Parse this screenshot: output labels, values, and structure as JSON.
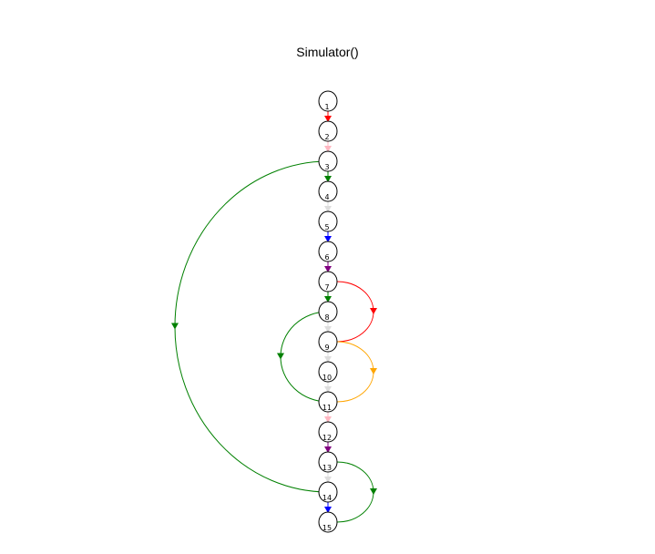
{
  "title": "Simulator()",
  "nodes": [
    "1",
    "2",
    "3",
    "4",
    "5",
    "6",
    "7",
    "8",
    "9",
    "10",
    "11",
    "12",
    "13",
    "14",
    "15"
  ],
  "edges": [
    {
      "from": "1",
      "to": "2",
      "color": "#ff0000",
      "kind": "straight"
    },
    {
      "from": "2",
      "to": "3",
      "color": "#ffb6c1",
      "kind": "straight"
    },
    {
      "from": "3",
      "to": "4",
      "color": "#008000",
      "kind": "straight"
    },
    {
      "from": "4",
      "to": "5",
      "color": "#dddddd",
      "kind": "straight"
    },
    {
      "from": "5",
      "to": "6",
      "color": "#0000ff",
      "kind": "straight"
    },
    {
      "from": "6",
      "to": "7",
      "color": "#800080",
      "kind": "straight"
    },
    {
      "from": "7",
      "to": "8",
      "color": "#008000",
      "kind": "straight"
    },
    {
      "from": "8",
      "to": "9",
      "color": "#dddddd",
      "kind": "straight"
    },
    {
      "from": "9",
      "to": "10",
      "color": "#dddddd",
      "kind": "straight"
    },
    {
      "from": "10",
      "to": "11",
      "color": "#dddddd",
      "kind": "straight"
    },
    {
      "from": "11",
      "to": "12",
      "color": "#ffb6c1",
      "kind": "straight"
    },
    {
      "from": "12",
      "to": "13",
      "color": "#800080",
      "kind": "straight"
    },
    {
      "from": "13",
      "to": "14",
      "color": "#dddddd",
      "kind": "straight"
    },
    {
      "from": "14",
      "to": "15",
      "color": "#0000ff",
      "kind": "straight"
    },
    {
      "from": "7",
      "to": "9",
      "color": "#ff0000",
      "kind": "arc-right"
    },
    {
      "from": "9",
      "to": "11",
      "color": "#ffa500",
      "kind": "arc-right"
    },
    {
      "from": "13",
      "to": "15",
      "color": "#008000",
      "kind": "arc-right"
    },
    {
      "from": "8",
      "to": "11",
      "color": "#008000",
      "kind": "arc-left"
    },
    {
      "from": "3",
      "to": "14",
      "color": "#008000",
      "kind": "arc-left"
    }
  ]
}
